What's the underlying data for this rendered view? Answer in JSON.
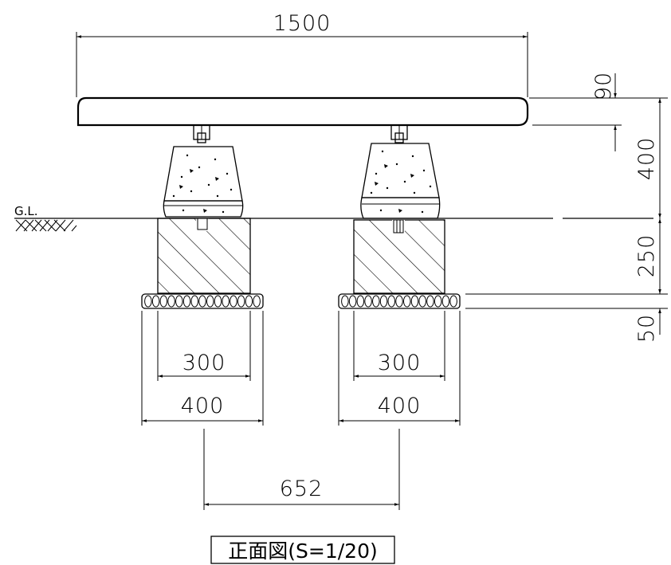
{
  "drawing": {
    "ground_label": "G.L.",
    "caption": "正面図(S=1/20)"
  },
  "dimensions": {
    "overall_width": "1500",
    "top_thickness": "90",
    "seat_height": "400",
    "foundation_depth": "250",
    "base_layer": "50",
    "left_inner": "300",
    "left_outer": "400",
    "right_inner": "300",
    "right_outer": "400",
    "center_spacing": "652"
  }
}
